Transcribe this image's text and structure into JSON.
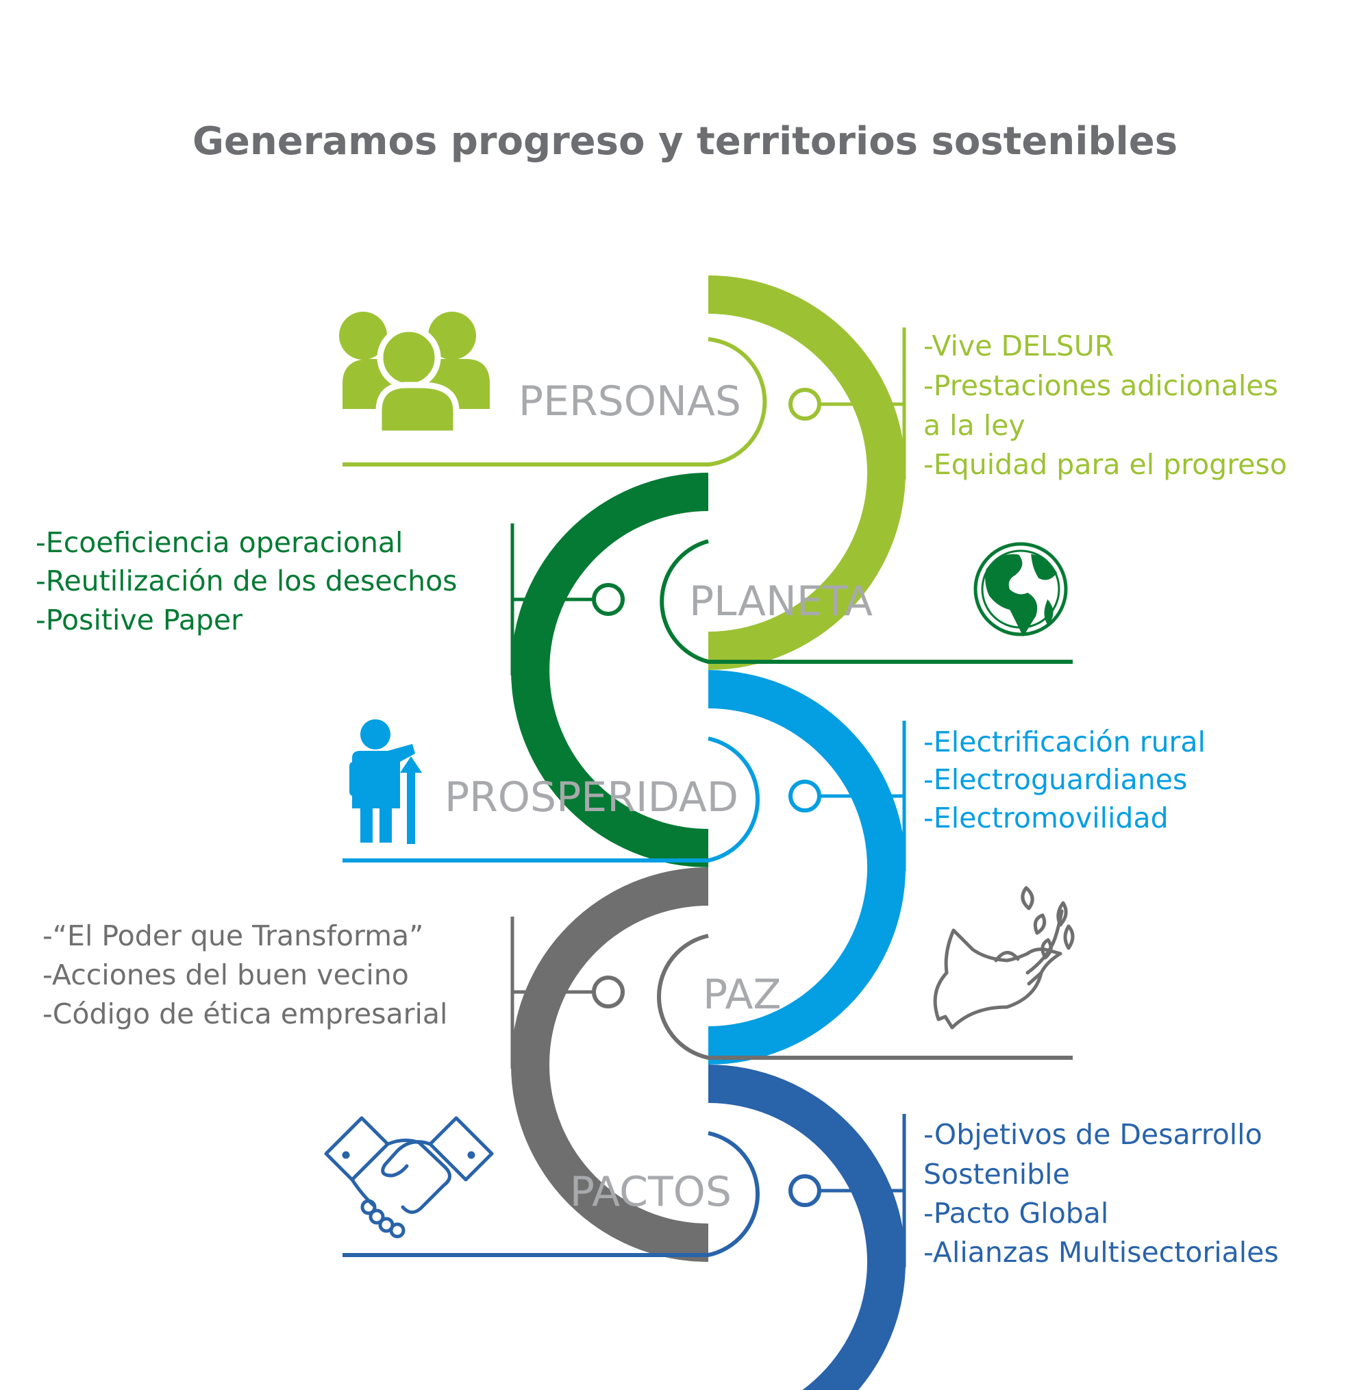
{
  "title": "Generamos progreso y territorios sostenibles",
  "colors": {
    "title": "#6d6e71",
    "label": "#a7a9ac",
    "personas": "#9cc233",
    "planeta": "#047a34",
    "prosperidad": "#049ee2",
    "paz": "#6f6f6f",
    "pactos": "#2963aa"
  },
  "sections": [
    {
      "id": "personas",
      "label": "PERSONAS",
      "icon": "people-group-icon",
      "items": [
        "-Vive DELSUR",
        "-Prestaciones adicionales",
        "a la ley",
        "-Equidad para el progreso"
      ]
    },
    {
      "id": "planeta",
      "label": "PLANETA",
      "icon": "globe-icon",
      "items": [
        "-Ecoeficiencia operacional",
        "-Reutilización de los desechos",
        "-Positive Paper"
      ]
    },
    {
      "id": "prosperidad",
      "label": "PROSPERIDAD",
      "icon": "person-growth-arrow-icon",
      "items": [
        "-Electrificación rural",
        "-Electroguardianes",
        "-Electromovilidad"
      ]
    },
    {
      "id": "paz",
      "label": "PAZ",
      "icon": "dove-icon",
      "items": [
        "-“El Poder que Transforma”",
        "-Acciones del buen vecino",
        "-Código de ética empresarial"
      ]
    },
    {
      "id": "pactos",
      "label": "PACTOS",
      "icon": "handshake-icon",
      "items": [
        "-Objetivos de Desarrollo",
        "Sostenible",
        "-Pacto Global",
        "-Alianzas Multisectoriales"
      ]
    }
  ]
}
